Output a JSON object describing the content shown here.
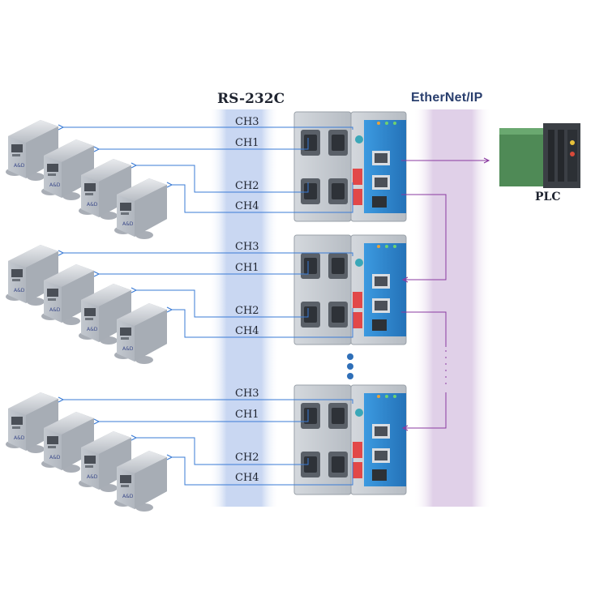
{
  "headers": {
    "rs232c": "RS-232C",
    "ethernet_ip": "EtherNet/IP"
  },
  "plc": {
    "label": "PLC"
  },
  "groups": [
    {
      "channels": [
        "CH3",
        "CH1",
        "CH2",
        "CH4"
      ]
    },
    {
      "channels": [
        "CH3",
        "CH1",
        "CH2",
        "CH4"
      ]
    },
    {
      "channels": [
        "CH3",
        "CH1",
        "CH2",
        "CH4"
      ]
    }
  ],
  "colors": {
    "rs_band": "#d6e0f5",
    "eth_band": "#e3d6ea",
    "rs_line": "#3a7bd5",
    "eth_line": "#8a3aa0",
    "module_blue": "#2f8fd8",
    "module_grey": "#c9ced4"
  }
}
